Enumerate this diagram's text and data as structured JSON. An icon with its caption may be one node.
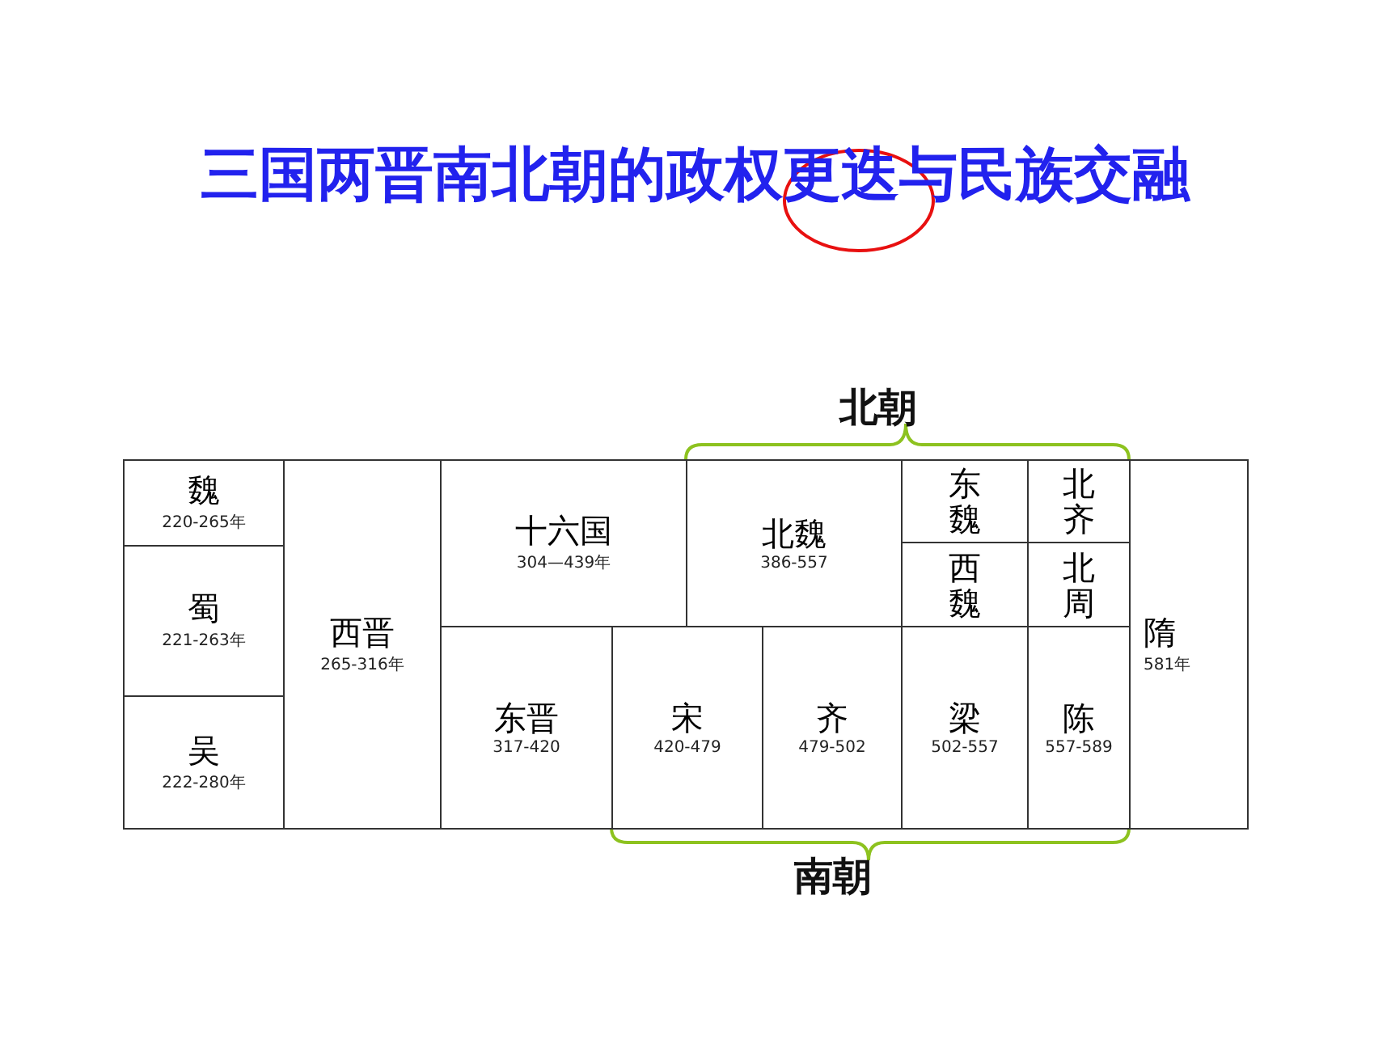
{
  "diagram": {
    "title": "三国两晋南北朝的政权更迭与民族交融",
    "nodes": [
      {
        "text": [
          "魏",
          "220-265年"
        ]
      },
      {
        "text": [
          "蜀",
          "221-263年"
        ]
      },
      {
        "text": [
          "吴",
          "222-280年"
        ]
      },
      {
        "text": [
          "西晋",
          "265-316年"
        ]
      },
      {
        "text": [
          "十六国",
          "304—439年"
        ]
      },
      {
        "text": [
          "北魏",
          "386-557"
        ]
      },
      {
        "text": [
          "东魏"
        ]
      },
      {
        "text": [
          "北齐"
        ]
      },
      {
        "text": [
          "西魏"
        ]
      },
      {
        "text": [
          "北周"
        ]
      },
      {
        "text": [
          "隋",
          "581年"
        ]
      },
      {
        "text": [
          "东晋",
          "317-420"
        ]
      },
      {
        "text": [
          "宋",
          "420-479"
        ]
      },
      {
        "text": [
          "齐",
          "479-502"
        ]
      },
      {
        "text": [
          "梁",
          "502-557"
        ]
      },
      {
        "text": [
          "陈",
          "557-589"
        ]
      }
    ],
    "labels": [
      "北朝",
      "南朝"
    ]
  }
}
